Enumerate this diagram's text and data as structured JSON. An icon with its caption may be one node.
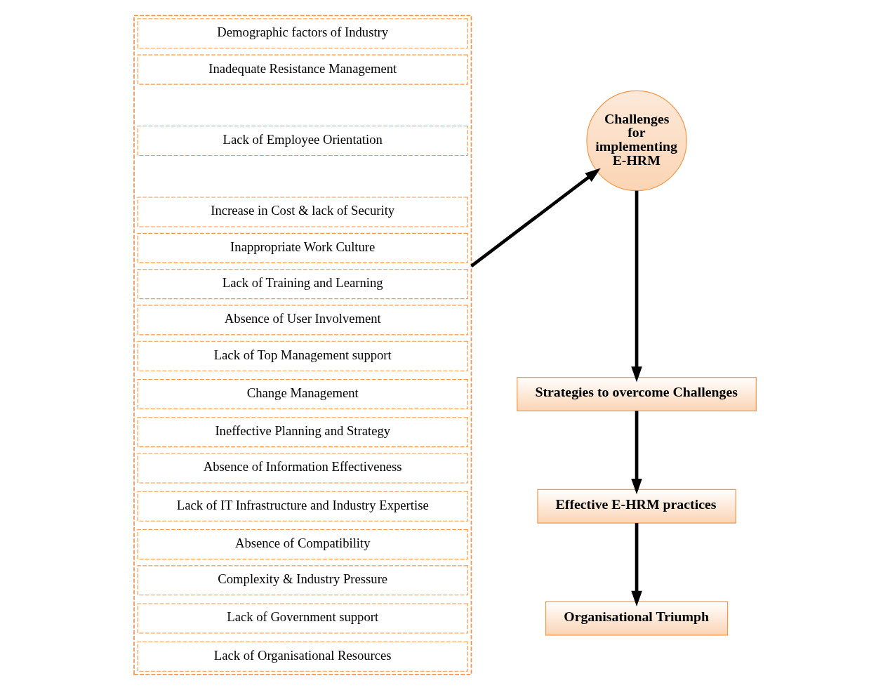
{
  "diagram": {
    "nodes": [
      {
        "text": [],
        "shape": "box"
      },
      {
        "text": [
          "Demographic factors of Industry"
        ],
        "in": 0
      },
      {
        "text": [
          "Inadequate Resistance Management"
        ],
        "in": 0
      },
      {
        "text": [
          "Lack of Employee Orientation"
        ],
        "in": 0
      },
      {
        "text": [
          "Increase in Cost & lack of Security"
        ],
        "in": 0
      },
      {
        "text": [
          "Inappropriate Work Culture"
        ],
        "in": 0
      },
      {
        "text": [
          "Lack of Training and Learning"
        ],
        "in": 0
      },
      {
        "text": [
          "Absence of User Involvement"
        ],
        "in": 0
      },
      {
        "text": [
          "Lack of Top Management support"
        ],
        "in": 0
      },
      {
        "text": [
          "Change Management"
        ],
        "in": 0
      },
      {
        "text": [
          "Ineffective Planning and Strategy"
        ],
        "in": 0
      },
      {
        "text": [
          "Absence of Information Effectiveness"
        ],
        "in": 0
      },
      {
        "text": [
          "Lack of IT Infrastructure and Industry Expertise"
        ],
        "in": 0
      },
      {
        "text": [
          "Absence of Compatibility"
        ],
        "in": 0
      },
      {
        "text": [
          "Complexity & Industry Pressure"
        ],
        "in": 0
      },
      {
        "text": [
          "Lack of Government support"
        ],
        "in": 0
      },
      {
        "text": [
          "Lack of Organisational Resources"
        ],
        "in": 0
      },
      {
        "text": [
          "Challenges for implementing E-HRM"
        ]
      },
      {
        "text": [
          "Strategies to overcome Challenges"
        ]
      },
      {
        "text": [
          "Effective E-HRM practices"
        ]
      },
      {
        "text": [
          "Organisational Triumph"
        ]
      }
    ],
    "edges": [
      {
        "from": 0,
        "to": 17,
        "arrow": "to"
      },
      {
        "from": 17,
        "to": 18,
        "arrow": "to"
      },
      {
        "from": 18,
        "to": 19,
        "arrow": "to"
      },
      {
        "from": 19,
        "to": 20,
        "arrow": "to"
      }
    ]
  }
}
